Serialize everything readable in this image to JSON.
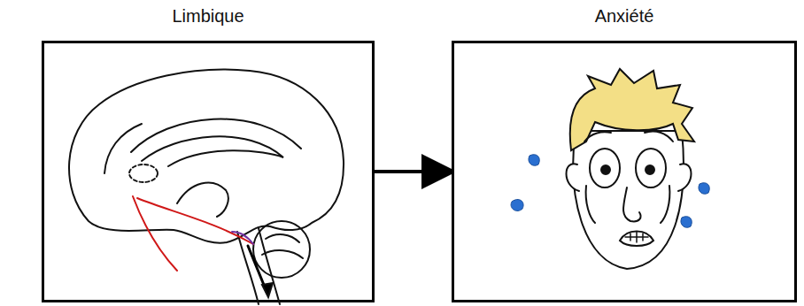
{
  "diagram": {
    "nodes": [
      {
        "text": [
          "Limbique"
        ]
      },
      {
        "text": [
          "Anxiété"
        ]
      }
    ],
    "edges": [
      {
        "from": 0,
        "to": 1,
        "arrow": "to"
      }
    ]
  }
}
